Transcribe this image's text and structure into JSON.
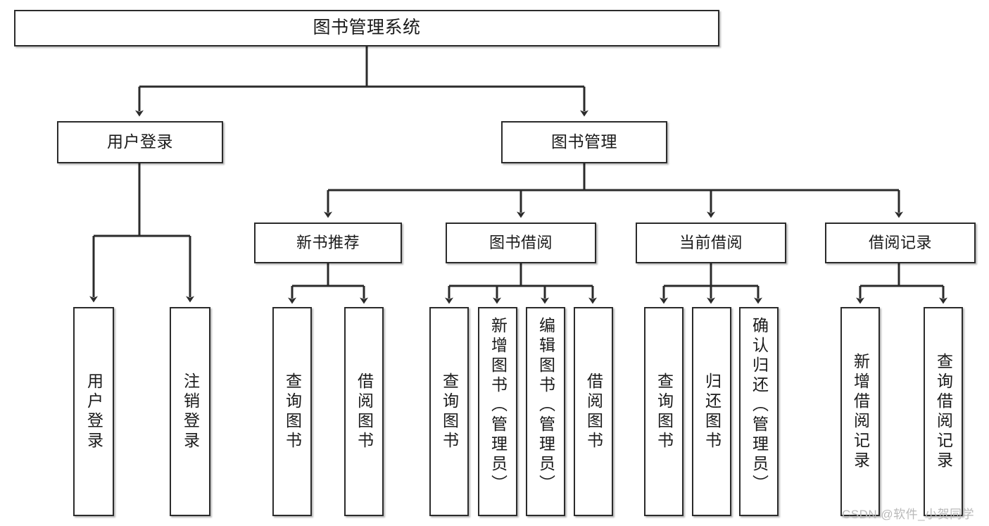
{
  "diagram": {
    "title": "图书管理系统",
    "watermark": "CSDN @软件_小贺同学",
    "stroke_color": "#2b2b2b",
    "fill_color": "#ffffff",
    "text_color": "#1a1a1a",
    "watermark_color": "#b9b9b9",
    "root": {
      "label": "图书管理系统"
    },
    "level2": [
      {
        "label": "用户登录"
      },
      {
        "label": "图书管理"
      }
    ],
    "level3": [
      {
        "label": "新书推荐"
      },
      {
        "label": "图书借阅"
      },
      {
        "label": "当前借阅"
      },
      {
        "label": "借阅记录"
      }
    ],
    "leaves": [
      {
        "label": "用户登录",
        "parent": "用户登录"
      },
      {
        "label": "注销登录",
        "parent": "用户登录"
      },
      {
        "label": "查询图书",
        "parent": "新书推荐"
      },
      {
        "label": "借阅图书",
        "parent": "新书推荐"
      },
      {
        "label": "查询图书",
        "parent": "图书借阅"
      },
      {
        "label": "新增图书（管理员）",
        "parent": "图书借阅"
      },
      {
        "label": "编辑图书（管理员）",
        "parent": "图书借阅"
      },
      {
        "label": "借阅图书",
        "parent": "图书借阅"
      },
      {
        "label": "查询图书",
        "parent": "当前借阅"
      },
      {
        "label": "归还图书",
        "parent": "当前借阅"
      },
      {
        "label": "确认归还（管理员）",
        "parent": "当前借阅"
      },
      {
        "label": "新增借阅记录",
        "parent": "借阅记录"
      },
      {
        "label": "查询借阅记录",
        "parent": "借阅记录"
      }
    ]
  }
}
